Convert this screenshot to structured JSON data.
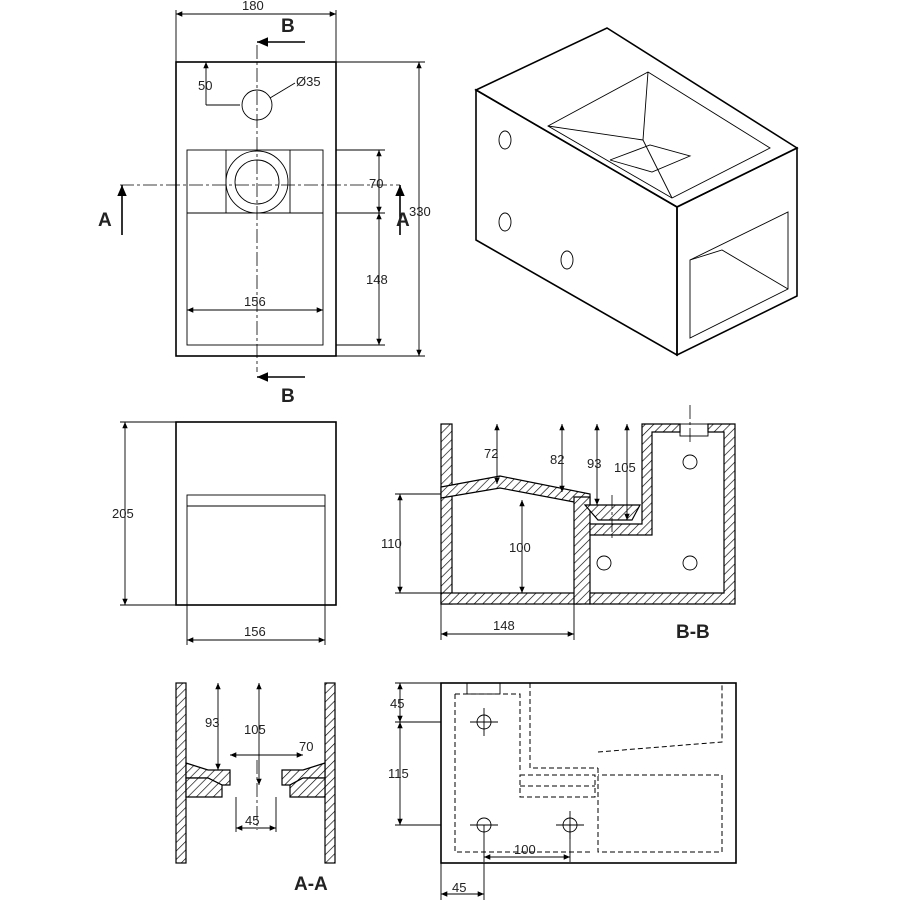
{
  "top_view": {
    "dim_width": "180",
    "dim_hole_offset": "50",
    "dim_hole_dia": "Ø35",
    "dim_depth": "70",
    "dim_height": "330",
    "dim_basin_len": "148",
    "dim_basin_width": "156"
  },
  "section_markers": {
    "a_left": "A",
    "a_right": "A",
    "b_top": "B",
    "b_bottom": "B"
  },
  "front_view": {
    "dim_height": "205",
    "dim_width": "156"
  },
  "section_bb": {
    "title": "B-B",
    "dim_72": "72",
    "dim_82": "82",
    "dim_93": "93",
    "dim_105": "105",
    "dim_110": "110",
    "dim_100": "100",
    "dim_148": "148"
  },
  "section_aa": {
    "title": "A-A",
    "dim_93": "93",
    "dim_105": "105",
    "dim_70": "70",
    "dim_45": "45"
  },
  "side_view": {
    "dim_45_top": "45",
    "dim_115": "115",
    "dim_100": "100",
    "dim_45_bottom": "45"
  }
}
